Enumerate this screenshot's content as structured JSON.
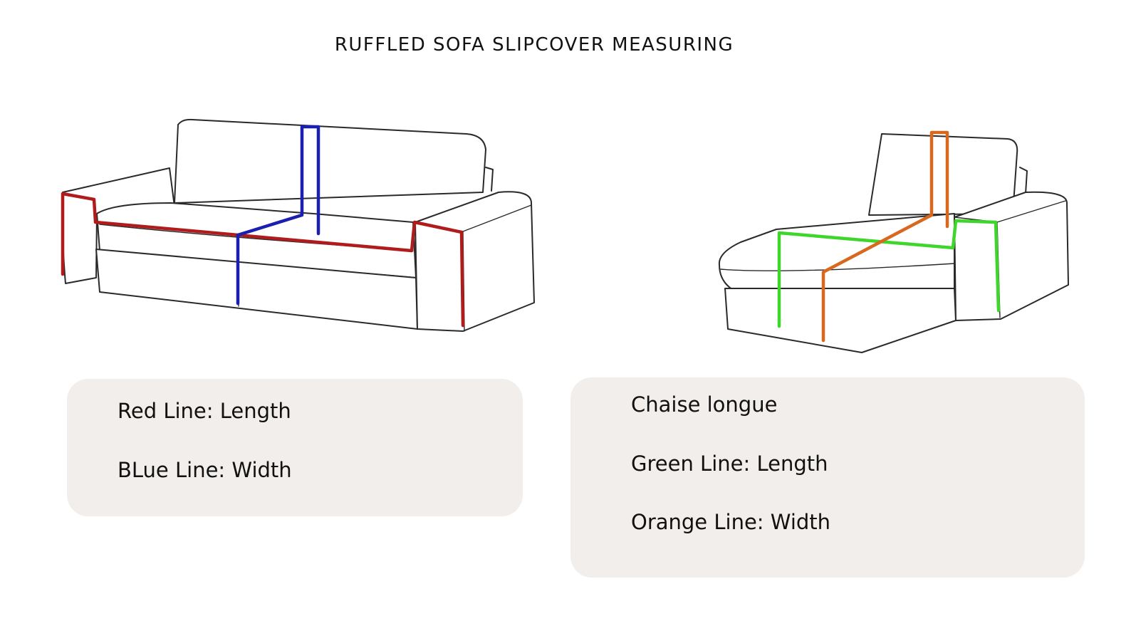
{
  "title": "RUFFLED SOFA SLIPCOVER MEASURING",
  "colors": {
    "red": "#b01c1c",
    "blue": "#1a1fb0",
    "green": "#3fd62c",
    "orange": "#d8681e",
    "panel": "#f1eeeb",
    "outline": "#2a2a2a"
  },
  "left_panel": {
    "line1": "Red Line: Length",
    "line2": "BLue Line: Width"
  },
  "right_panel": {
    "heading": "Chaise longue",
    "line1": "Green Line: Length",
    "line2": "Orange Line: Width"
  }
}
